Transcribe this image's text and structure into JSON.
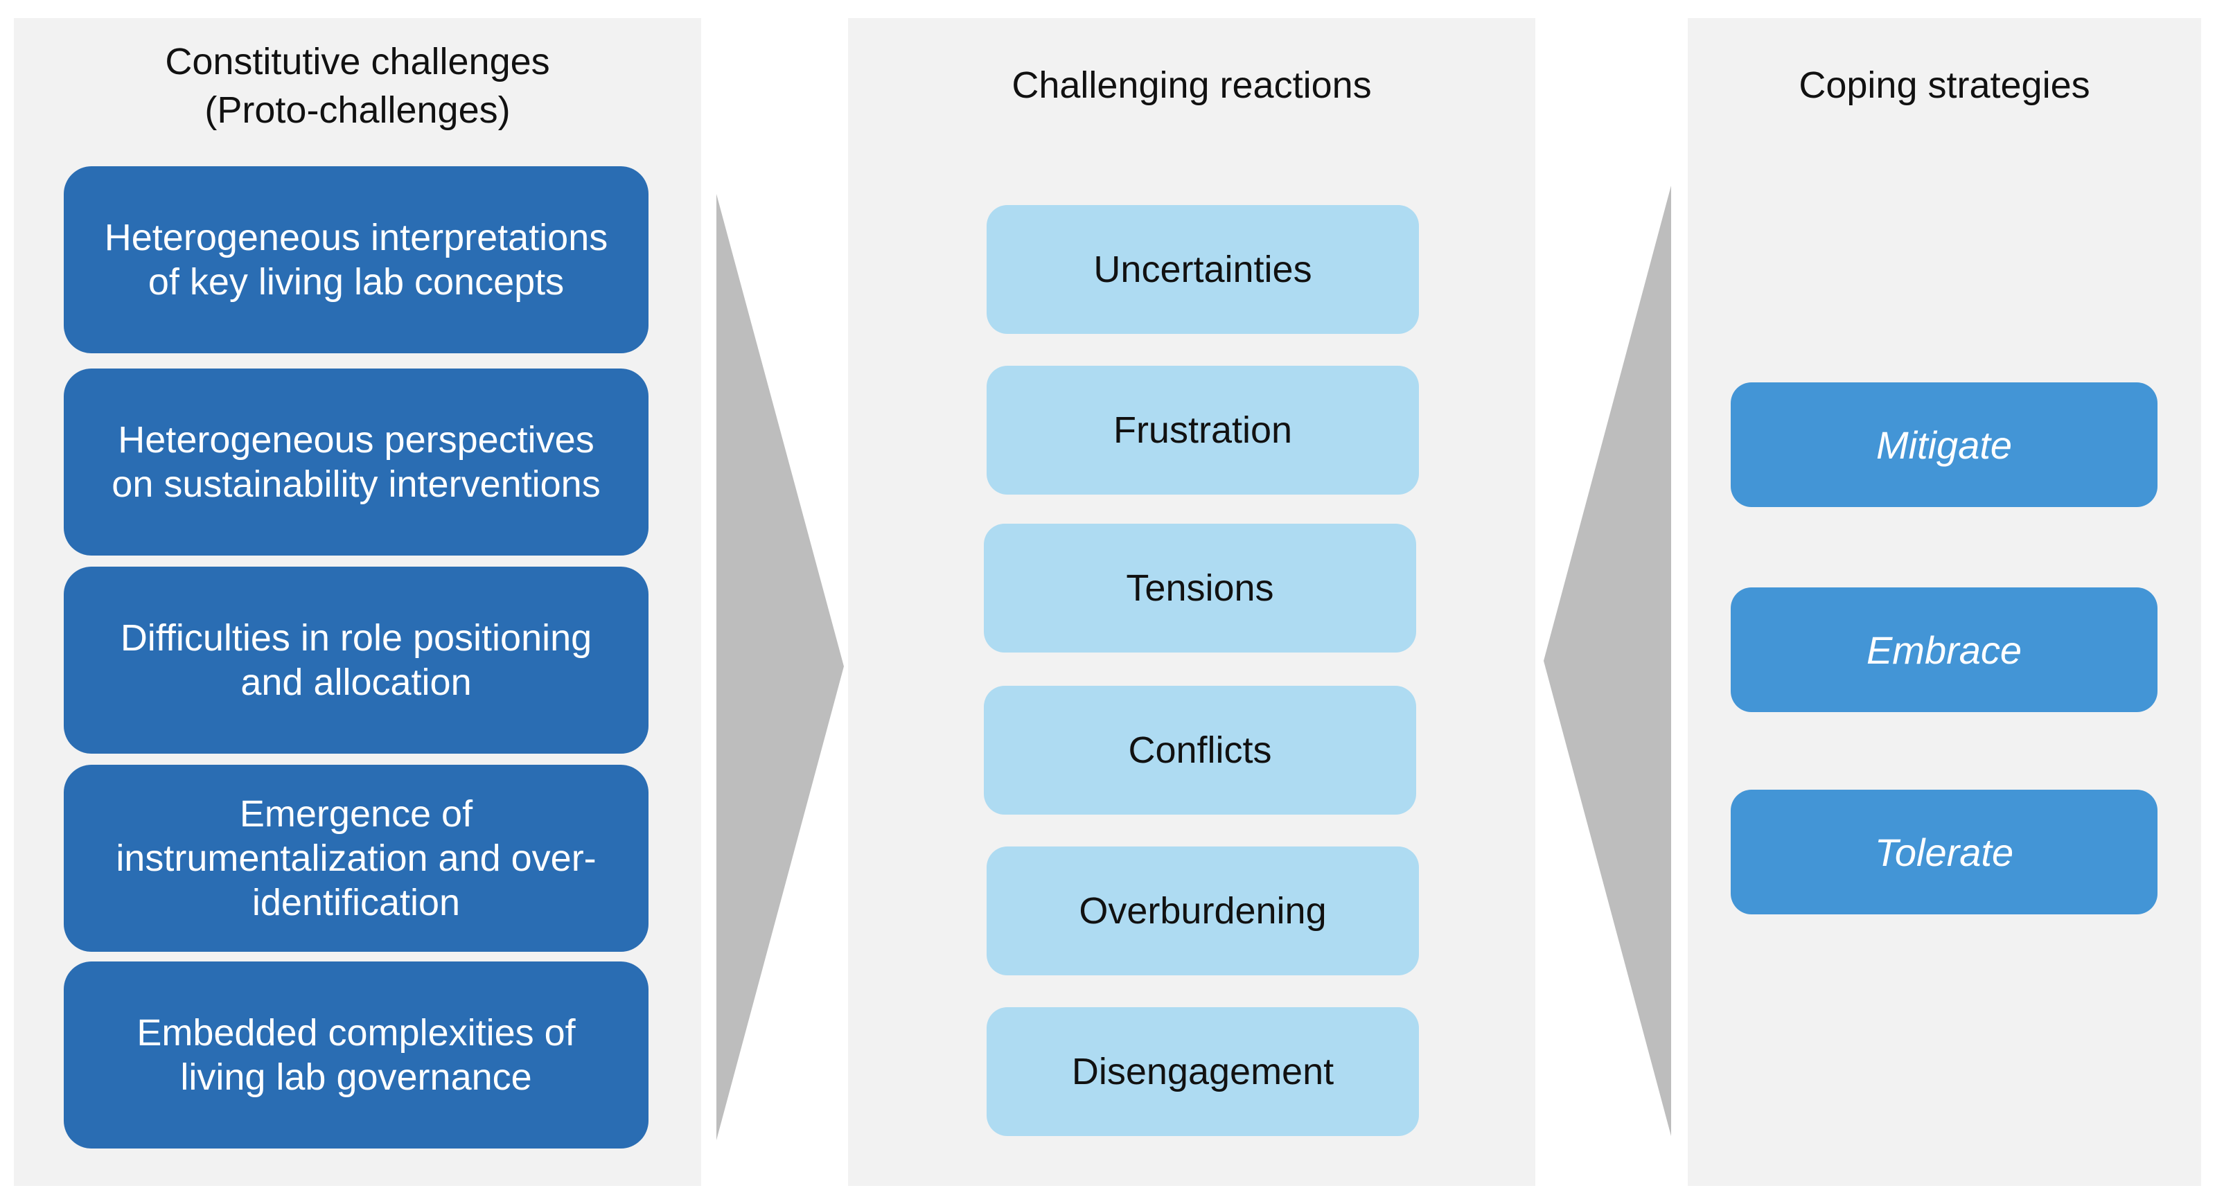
{
  "panels": {
    "challenges": {
      "title_lines": [
        "Constitutive challenges",
        "(Proto-challenges)"
      ],
      "items": [
        {
          "lines": [
            "Heterogeneous interpretations",
            "of key living lab concepts"
          ]
        },
        {
          "lines": [
            "Heterogeneous perspectives",
            "on sustainability interventions"
          ]
        },
        {
          "lines": [
            "Difficulties in role positioning",
            "and allocation"
          ]
        },
        {
          "lines": [
            "Emergence of",
            "instrumentalization and over-",
            "identification"
          ]
        },
        {
          "lines": [
            "Embedded complexities of",
            "living lab governance"
          ]
        }
      ]
    },
    "reactions": {
      "title": "Challenging reactions",
      "items": [
        "Uncertainties",
        "Frustration",
        "Tensions",
        "Conflicts",
        "Overburdening",
        "Disengagement"
      ]
    },
    "strategies": {
      "title": "Coping strategies",
      "items": [
        "Mitigate",
        "Embrace",
        "Tolerate"
      ]
    }
  },
  "colors": {
    "panel_bg": "#f2f2f2",
    "challenge_box": "#2a6db3",
    "reaction_box": "#aedbf2",
    "strategy_box": "#4395d6",
    "arrow": "#bdbdbd"
  }
}
